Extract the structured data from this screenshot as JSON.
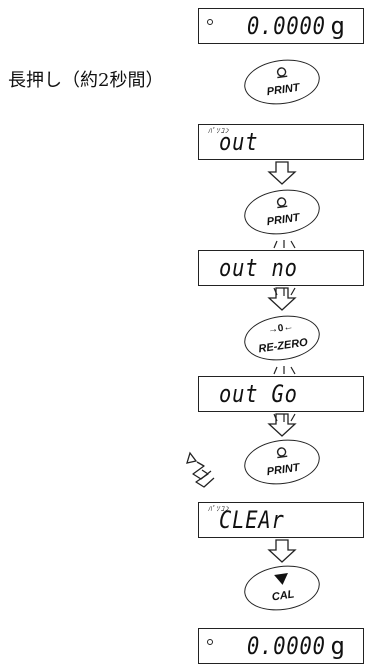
{
  "instruction_text": "長押し（約2秒間）",
  "displays": [
    {
      "id": "start",
      "value": "0.0000",
      "unit": "g",
      "dot": true,
      "mini": ""
    },
    {
      "id": "out",
      "value": "out",
      "unit": "",
      "dot": false,
      "mini": "ﾊﾟｿｺﾝ"
    },
    {
      "id": "out-no",
      "value": "out no",
      "unit": "",
      "dot": false,
      "mini": ""
    },
    {
      "id": "out-go",
      "value": "out Go",
      "unit": "",
      "dot": false,
      "mini": ""
    },
    {
      "id": "clear",
      "value": "CLEAr",
      "unit": "",
      "dot": false,
      "mini": "ﾊﾟｿｺﾝ"
    },
    {
      "id": "end",
      "value": "0.0000",
      "unit": "g",
      "dot": true,
      "mini": ""
    }
  ],
  "keys": {
    "print": "PRINT",
    "rezero": "RE-ZERO",
    "rezero_symbol": "→0←",
    "cal": "CAL"
  }
}
